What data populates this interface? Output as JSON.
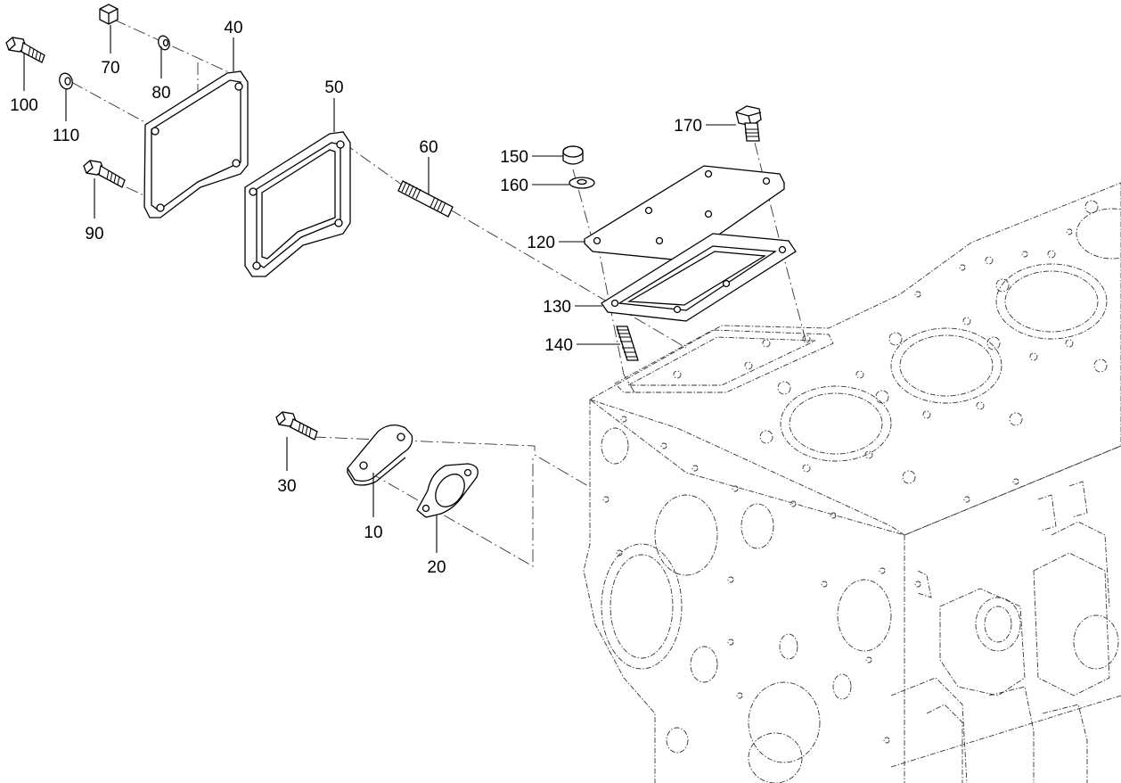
{
  "diagram": {
    "callouts": {
      "c10": "10",
      "c20": "20",
      "c30": "30",
      "c40": "40",
      "c50": "50",
      "c60": "60",
      "c70": "70",
      "c80": "80",
      "c90": "90",
      "c100": "100",
      "c110": "110",
      "c120": "120",
      "c130": "130",
      "c140": "140",
      "c150": "150",
      "c160": "160",
      "c170": "170"
    }
  }
}
